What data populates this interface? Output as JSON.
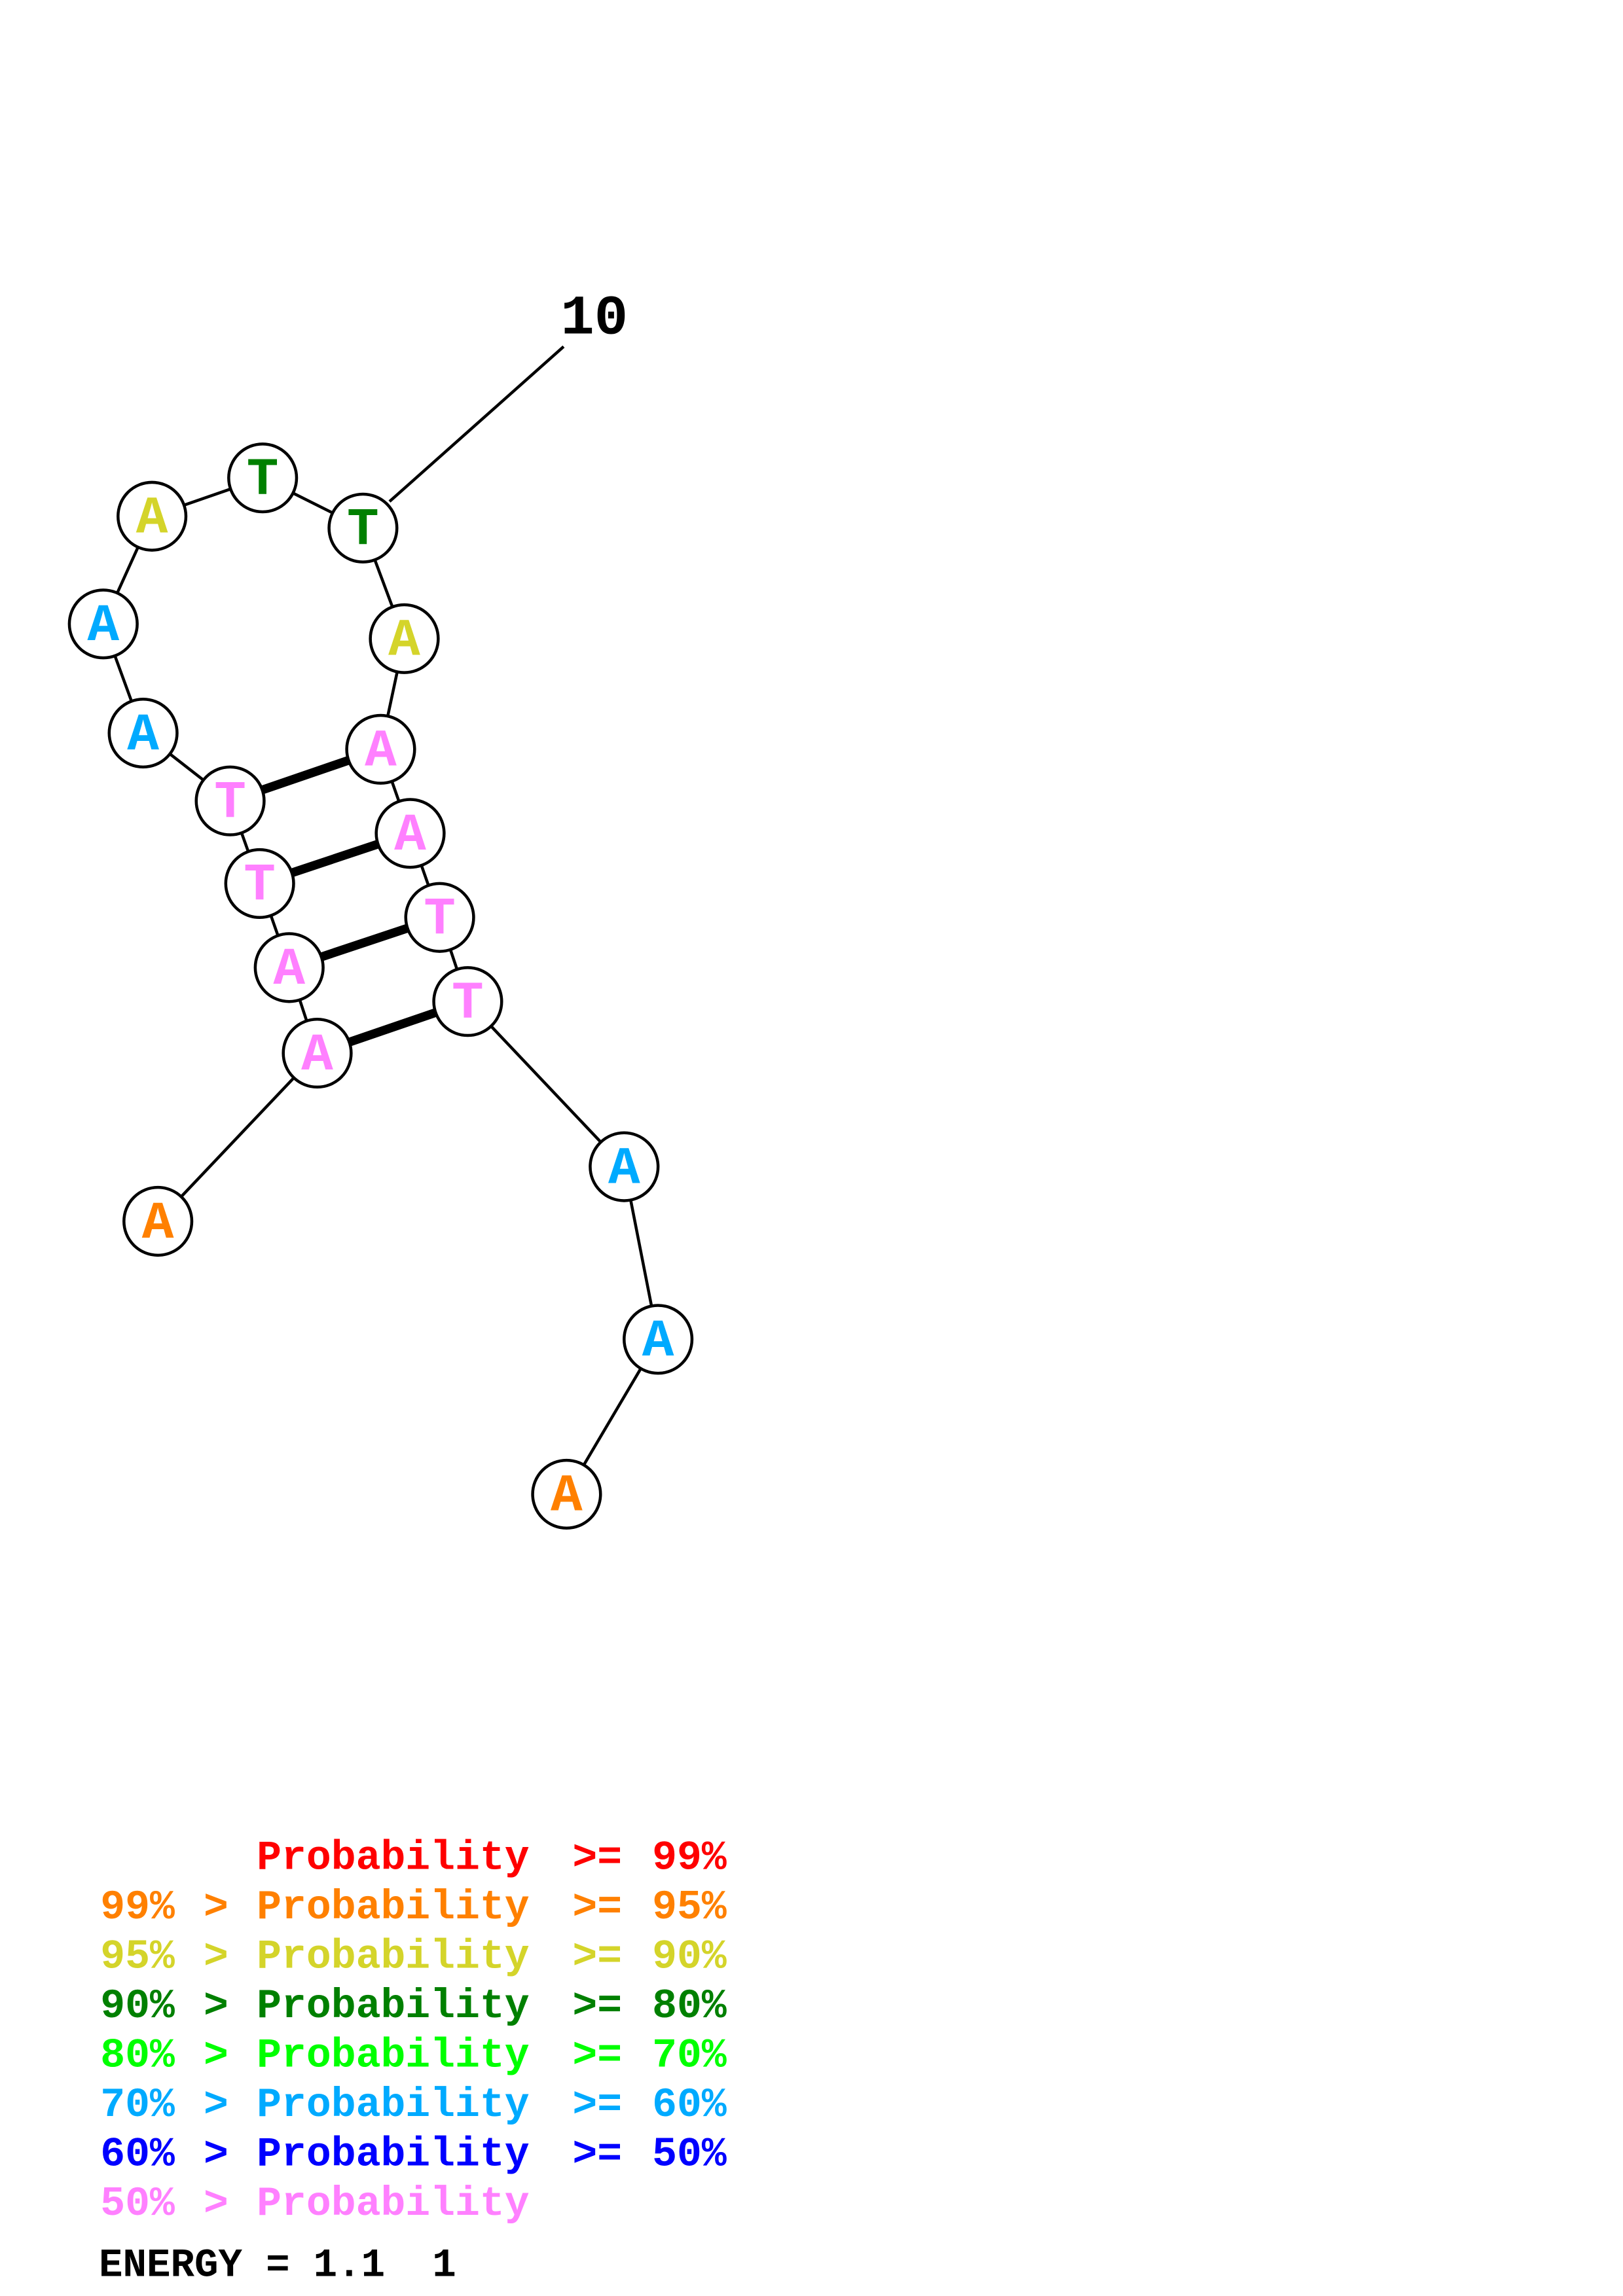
{
  "structure": {
    "sequence": [
      "A",
      "A",
      "A",
      "T",
      "T",
      "A",
      "A",
      "A",
      "T",
      "T",
      "A",
      "A",
      "A",
      "T",
      "T",
      "A",
      "A",
      "A"
    ],
    "probability_class": [
      "orange",
      "pink",
      "pink",
      "pink",
      "pink",
      "blue",
      "blue",
      "yellow",
      "green",
      "green",
      "yellow",
      "pink",
      "pink",
      "pink",
      "pink",
      "blue",
      "blue",
      "orange"
    ],
    "pairs": [
      [
        5,
        12
      ],
      [
        4,
        13
      ],
      [
        3,
        14
      ],
      [
        2,
        15
      ]
    ],
    "index_label": "10"
  },
  "colors": {
    "red": "#ff0000",
    "orange": "#ff8000",
    "yellow": "#d4d42a",
    "green": "#008000",
    "lime": "#00ff00",
    "blue": "#00aaff",
    "darkblue": "#0000ff",
    "pink": "#ff80ff"
  },
  "legend": [
    {
      "lower": "",
      "op": "",
      "label": "Probability",
      "cmp": ">=",
      "upper": "99%",
      "color": "red"
    },
    {
      "lower": "99%",
      "op": ">",
      "label": "Probability",
      "cmp": ">=",
      "upper": "95%",
      "color": "orange"
    },
    {
      "lower": "95%",
      "op": ">",
      "label": "Probability",
      "cmp": ">=",
      "upper": "90%",
      "color": "yellow"
    },
    {
      "lower": "90%",
      "op": ">",
      "label": "Probability",
      "cmp": ">=",
      "upper": "80%",
      "color": "green"
    },
    {
      "lower": "80%",
      "op": ">",
      "label": "Probability",
      "cmp": ">=",
      "upper": "70%",
      "color": "lime"
    },
    {
      "lower": "70%",
      "op": ">",
      "label": "Probability",
      "cmp": ">=",
      "upper": "60%",
      "color": "blue"
    },
    {
      "lower": "60%",
      "op": ">",
      "label": "Probability",
      "cmp": ">=",
      "upper": "50%",
      "color": "darkblue"
    },
    {
      "lower": "50%",
      "op": ">",
      "label": "Probability",
      "cmp": "",
      "upper": "",
      "color": "pink"
    }
  ],
  "energy": {
    "label": "ENERGY",
    "eq": "=",
    "value": "1.1",
    "structure_number": "1"
  }
}
